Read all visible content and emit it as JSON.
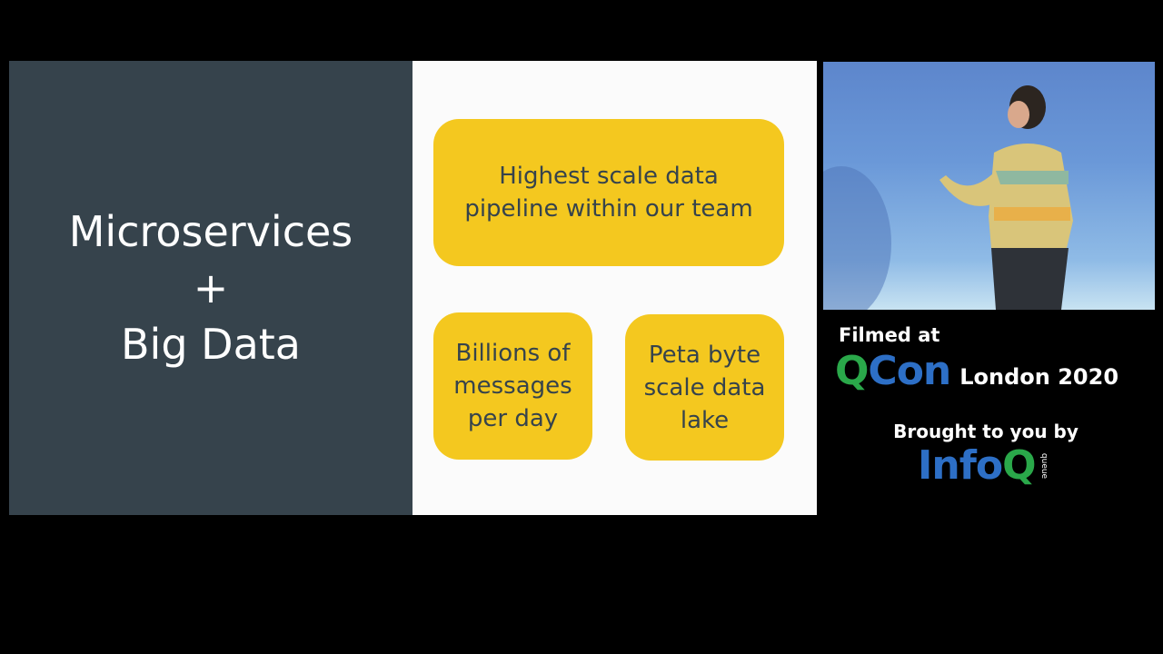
{
  "slide": {
    "left_panel": {
      "lines": [
        "Microservices",
        "+",
        "Big Data"
      ],
      "background": "#36434c"
    },
    "cards": [
      {
        "text": "Highest scale data pipeline within our team",
        "lines": [
          "Highest scale data",
          "pipeline within our team"
        ]
      },
      {
        "text": "Billions of messages per day",
        "lines": [
          "Billions of",
          "messages",
          "per day"
        ]
      },
      {
        "text": "Peta byte scale data lake",
        "lines": [
          "Peta byte",
          "scale data",
          "lake"
        ]
      }
    ],
    "card_color": "#f4c81f"
  },
  "video": {
    "description": "speaker-on-stage-video"
  },
  "branding": {
    "filmed_at": "Filmed at",
    "qcon_q": "Q",
    "qcon_con": "Con",
    "event": "London 2020",
    "brought_by": "Brought to you by",
    "infoq_info": "Info",
    "infoq_q": "Q",
    "queue": "queue",
    "colors": {
      "green": "#2aa84a",
      "blue": "#2d6fc6"
    }
  }
}
